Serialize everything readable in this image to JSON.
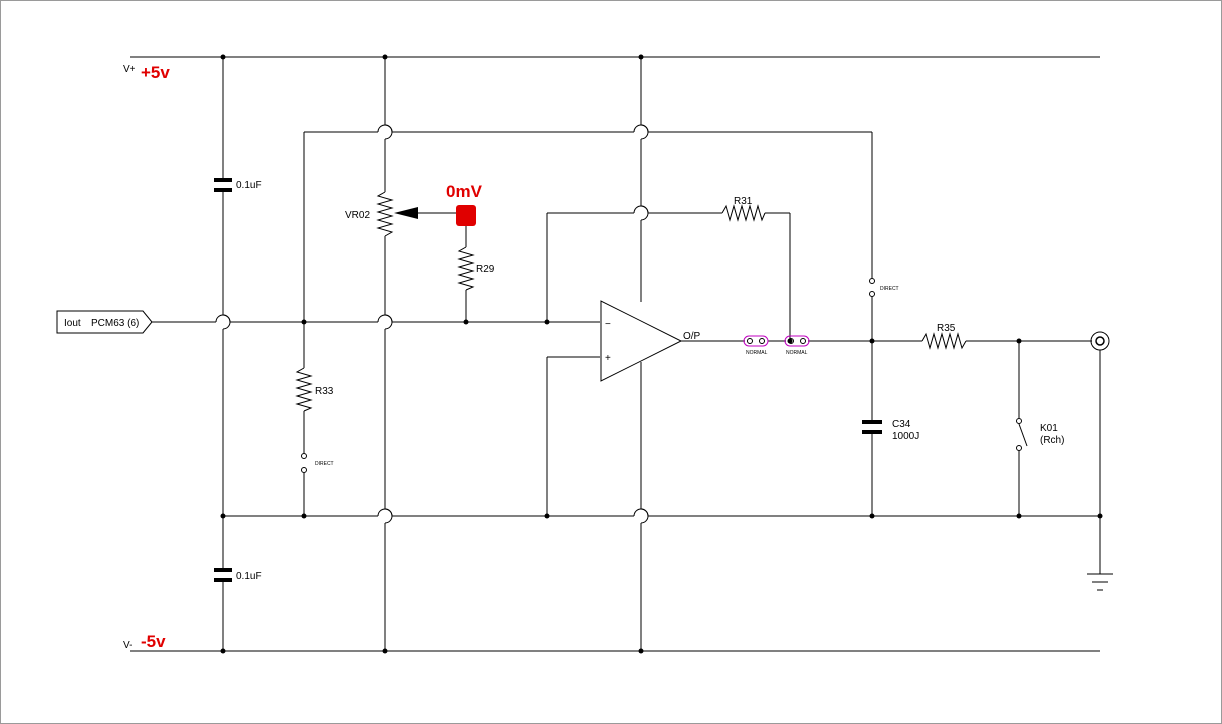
{
  "supply": {
    "pos_label": "V+",
    "pos_value": "+5v",
    "neg_label": "V-",
    "neg_value": "-5v",
    "value_color": "#e00000"
  },
  "input_port": {
    "label": "Iout",
    "source": "PCM63 (6)"
  },
  "components": {
    "c_top": "0.1uF",
    "c_bottom": "0.1uF",
    "vr02": "VR02",
    "r29": "R29",
    "r31": "R31",
    "r33": "R33",
    "r35": "R35",
    "c34_name": "C34",
    "c34_value": "1000J",
    "k01_name": "K01",
    "k01_ch": "(Rch)"
  },
  "probe": {
    "reading": "0mV",
    "color": "#e00000"
  },
  "opamp": {
    "minus": "−",
    "plus": "+",
    "output": "O/P"
  },
  "switches": {
    "direct_top": "DIRECT",
    "direct_left": "DIRECT",
    "normal_1": "NORMAL",
    "normal_2": "NORMAL",
    "normal_color": "#c000c0"
  }
}
